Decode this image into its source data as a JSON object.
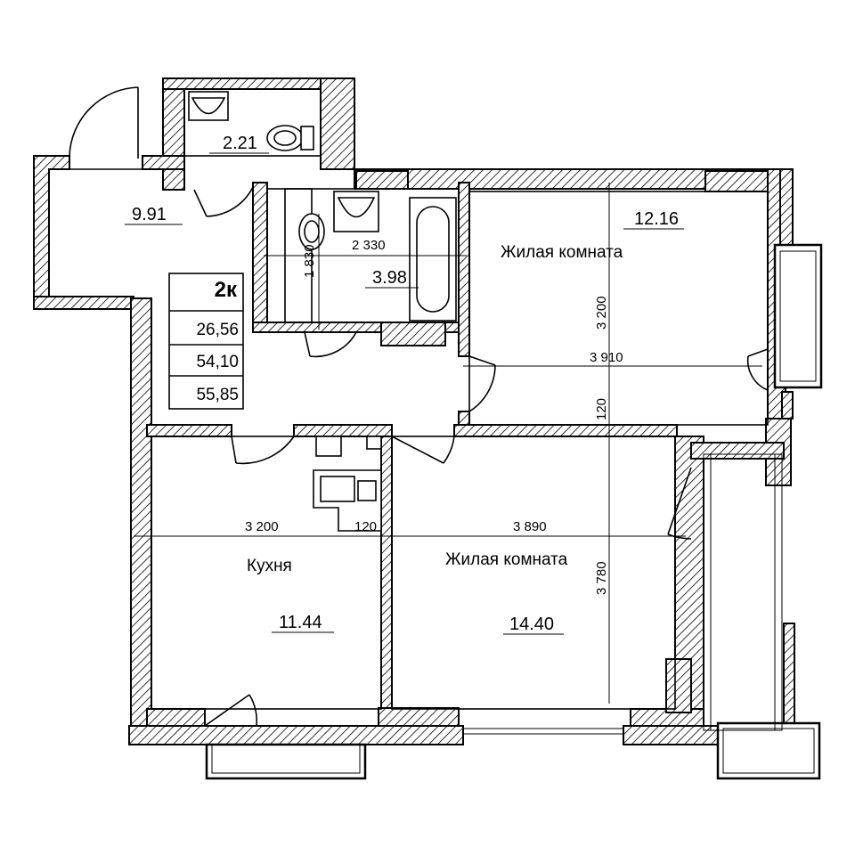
{
  "summary": {
    "type": "2к",
    "rows": [
      "26,56",
      "54,10",
      "55,85"
    ]
  },
  "rooms": {
    "hall": {
      "area": "9.91"
    },
    "wc": {
      "area": "2.21"
    },
    "bath": {
      "area": "3.98"
    },
    "bedroom": {
      "label": "Жилая комната",
      "area": "12.16"
    },
    "kitchen": {
      "label": "Кухня",
      "area": "11.44"
    },
    "living": {
      "label": "Жилая комната",
      "area": "14.40"
    }
  },
  "dimensions": {
    "bath_width": "2 330",
    "bath_depth": "1 830",
    "bedroom_width": "3 910",
    "bedroom_depth": "3 200",
    "wall_between": "120",
    "kitchen_width": "3 200",
    "partition": "120",
    "living_width": "3 890",
    "living_depth": "3 780"
  }
}
